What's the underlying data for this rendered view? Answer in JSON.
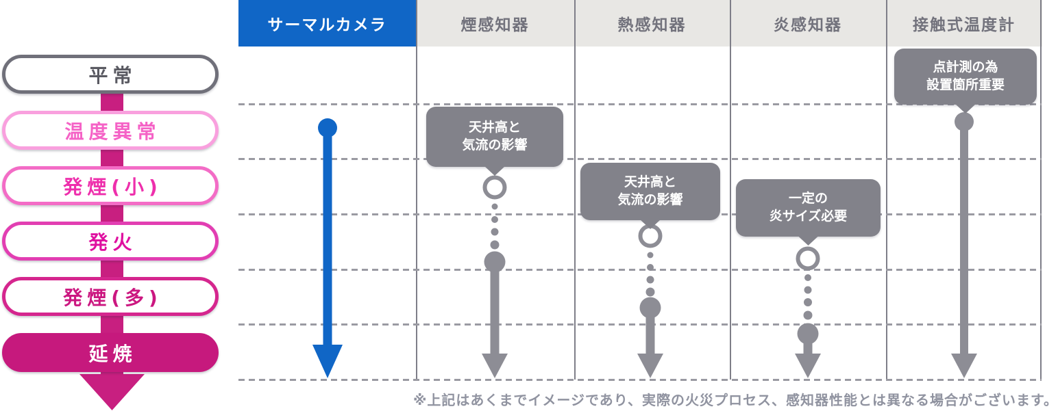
{
  "flow": {
    "stages": [
      {
        "label": "平常",
        "text_color": "#5a5a62",
        "border_color": "#70707a",
        "fill_color": "#ffffff"
      },
      {
        "label": "温度異常",
        "text_color": "#f562c6",
        "border_color": "#f9a0de",
        "fill_color": "#ffffff"
      },
      {
        "label": "発煙(小)",
        "text_color": "#ee2fac",
        "border_color": "#f36cc6",
        "fill_color": "#ffffff"
      },
      {
        "label": "発火",
        "text_color": "#df10a0",
        "border_color": "#e23eb2",
        "fill_color": "#ffffff"
      },
      {
        "label": "発煙(多)",
        "text_color": "#cb1780",
        "border_color": "#d5268e",
        "fill_color": "#ffffff"
      },
      {
        "label": "延焼",
        "text_color": "#ffffff",
        "border_color": "#c6197d",
        "fill_color": "#c6197d"
      }
    ],
    "arrow_color": "#c81f80"
  },
  "table": {
    "columns": [
      {
        "header": "サーマルカメラ",
        "header_bg": "#1066c6",
        "header_color": "#ffffff",
        "note_line1": "",
        "note_line2": ""
      },
      {
        "header": "煙感知器",
        "header_bg": "#e8e7e4",
        "header_color": "#72727c",
        "note_line1": "天井高と",
        "note_line2": "気流の影響"
      },
      {
        "header": "熱感知器",
        "header_bg": "#e8e7e4",
        "header_color": "#72727c",
        "note_line1": "天井高と",
        "note_line2": "気流の影響"
      },
      {
        "header": "炎感知器",
        "header_bg": "#e8e7e4",
        "header_color": "#72727c",
        "note_line1": "一定の",
        "note_line2": "炎サイズ必要"
      },
      {
        "header": "接触式温度計",
        "header_bg": "#e8e7e4",
        "header_color": "#72727c",
        "note_line1": "点計測の為",
        "note_line2": "設置箇所重要"
      }
    ]
  },
  "footer": {
    "disclaimer": "※上記はあくまでイメージであり、実際の火災プロセス、感知器性能とは異なる場合がございます。"
  },
  "colors": {
    "accent_blue": "#1066c6",
    "accent_magenta": "#c6197d",
    "detector_gray": "#8d8d95",
    "bubble_gray": "#82828a",
    "grid_gray": "#9a9aa2",
    "divider_gray": "#7e7e88",
    "header_bg_gray": "#e8e7e4"
  }
}
